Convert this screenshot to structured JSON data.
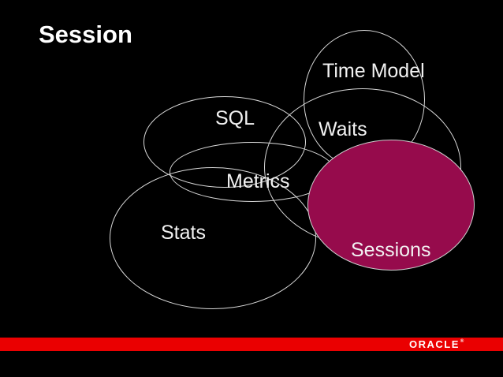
{
  "slide": {
    "title": "Session",
    "background_color": "#000000"
  },
  "diagram": {
    "type": "overlapping-ellipse-venn",
    "outline_color": "#d9d9d9",
    "label_color": "#f2f2f2",
    "highlight_fill_color": "#960B4C",
    "labels": {
      "time_model": "Time Model",
      "sql": "SQL",
      "waits": "Waits",
      "metrics": "Metrics",
      "stats": "Stats",
      "sessions": "Sessions"
    },
    "highlighted_set": "Sessions"
  },
  "footer": {
    "brand": "ORACLE",
    "registered_mark": "®",
    "bar_color": "#ea0001",
    "text_color": "#ffffff"
  }
}
